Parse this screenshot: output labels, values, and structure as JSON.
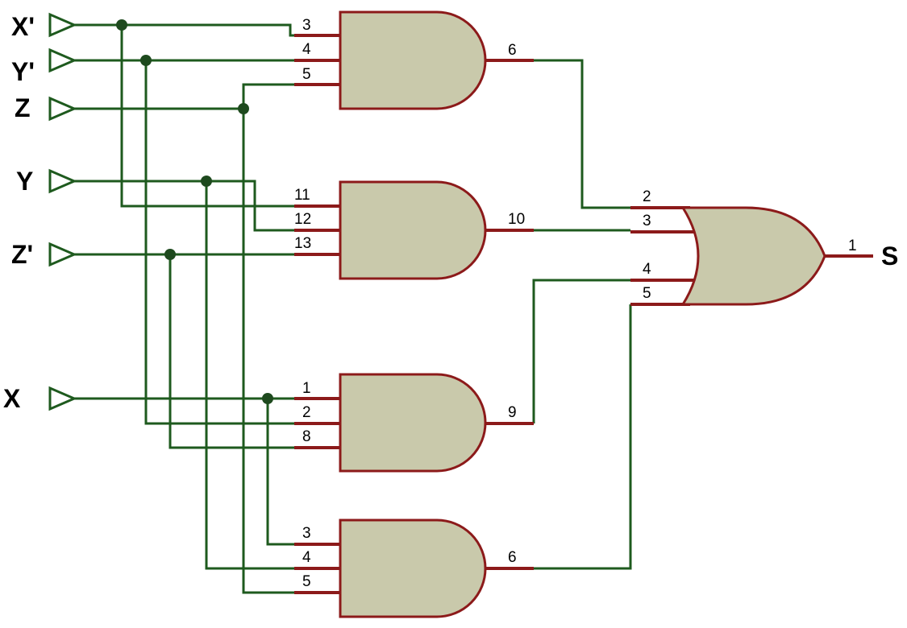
{
  "inputs": {
    "x_prime": "X'",
    "y_prime": "Y'",
    "z": "Z",
    "y": "Y",
    "z_prime": "Z'",
    "x": "X"
  },
  "output": "S",
  "gates": {
    "and1": {
      "inputs": [
        "3",
        "4",
        "5"
      ],
      "output": "6"
    },
    "and2": {
      "inputs": [
        "11",
        "12",
        "13"
      ],
      "output": "10"
    },
    "and3": {
      "inputs": [
        "1",
        "2",
        "8"
      ],
      "output": "9"
    },
    "and4": {
      "inputs": [
        "3",
        "4",
        "5"
      ],
      "output": "6"
    },
    "or1": {
      "inputs": [
        "2",
        "3",
        "4",
        "5"
      ],
      "output": "1"
    }
  },
  "colors": {
    "wire": "#1e5a1e",
    "pin_stub": "#8c1a1a",
    "gate_fill": "#c9c9ab",
    "junction": "#1e4a1e"
  }
}
